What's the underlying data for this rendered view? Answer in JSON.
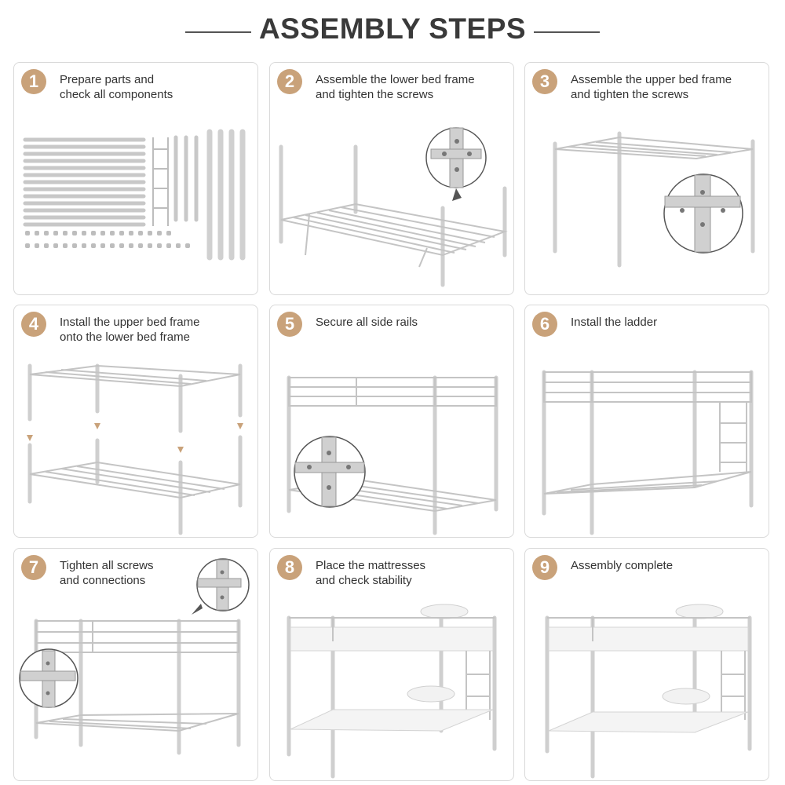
{
  "title": "ASSEMBLY STEPS",
  "accent_color": "#c9a27a",
  "steps": [
    {
      "number": "1",
      "lines": [
        "Prepare parts and",
        "check all components"
      ]
    },
    {
      "number": "2",
      "lines": [
        "Assemble the lower bed frame",
        "and tighten the screws"
      ]
    },
    {
      "number": "3",
      "lines": [
        "Assemble the upper bed frame",
        "and tighten the screws"
      ]
    },
    {
      "number": "4",
      "lines": [
        "Install the upper bed frame",
        "onto the lower bed frame"
      ]
    },
    {
      "number": "5",
      "lines": [
        "Secure all side rails"
      ]
    },
    {
      "number": "6",
      "lines": [
        "Install the ladder"
      ]
    },
    {
      "number": "7",
      "lines": [
        "Tighten all screws",
        "and connections"
      ]
    },
    {
      "number": "8",
      "lines": [
        "Place the mattresses",
        "and check stability"
      ]
    },
    {
      "number": "9",
      "lines": [
        "Assembly complete"
      ]
    }
  ]
}
